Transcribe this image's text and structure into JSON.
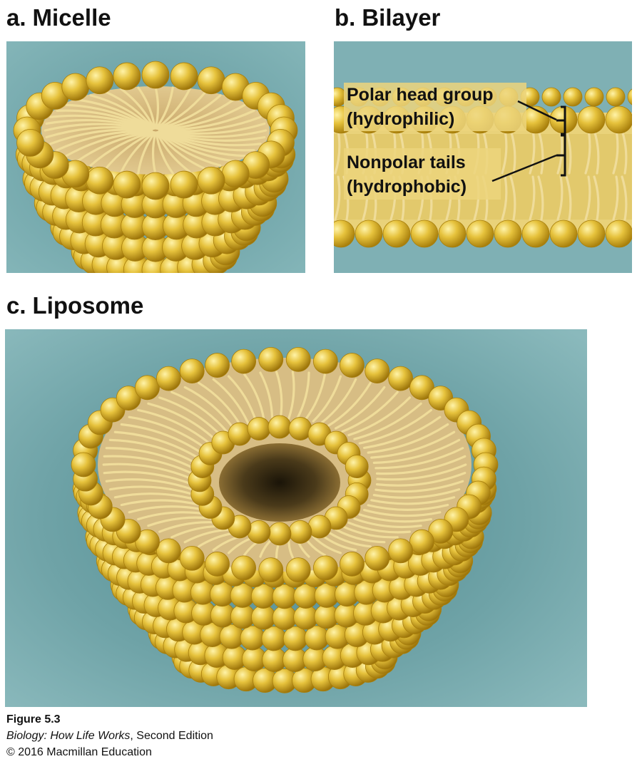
{
  "panels": {
    "a": {
      "letter": "a.",
      "title": "Micelle"
    },
    "b": {
      "letter": "b.",
      "title": "Bilayer",
      "labels": {
        "polar_line1": "Polar head group",
        "polar_line2": "(hydrophilic)",
        "nonpolar_line1": "Nonpolar tails",
        "nonpolar_line2": "(hydrophobic)"
      }
    },
    "c": {
      "letter": "c.",
      "title": "Liposome"
    }
  },
  "caption": {
    "figure": "Figure 5.3",
    "book_title": "Biology: How Life Works",
    "edition": ", Second Edition",
    "copyright": "© 2016 Macmillan Education"
  },
  "colors": {
    "water": "#7fb0b4",
    "water_dark": "#5f969b",
    "head": "#e6c23c",
    "head_highlight": "#fff3a8",
    "head_shadow": "#a87f0c",
    "tail": "#efdc9a",
    "tail_stroke": "#b49a52",
    "interior": "#d8bd82"
  }
}
